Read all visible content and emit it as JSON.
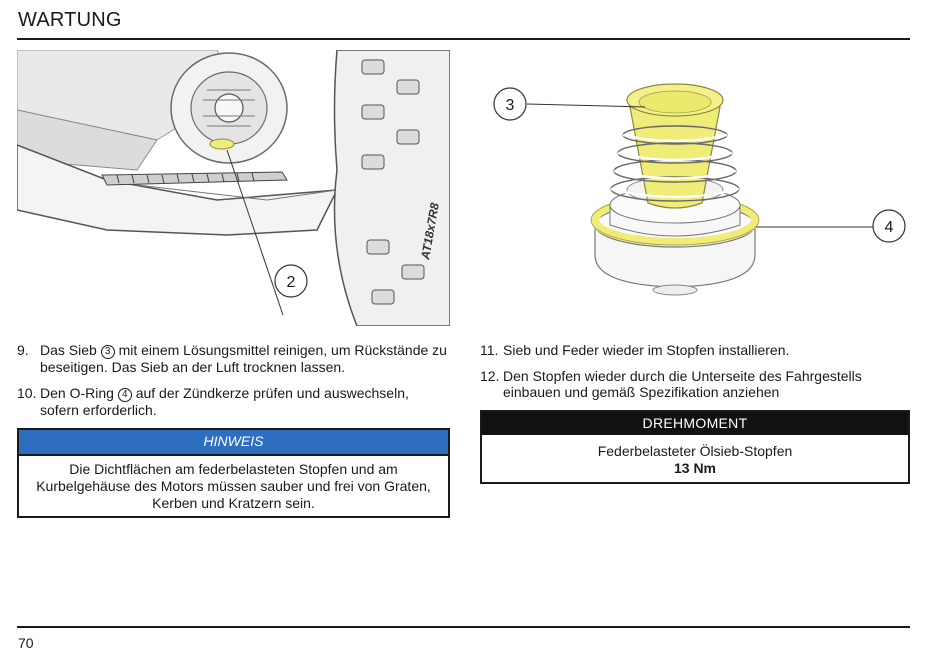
{
  "header": {
    "title": "WARTUNG"
  },
  "figures": {
    "left": {
      "callout": "2",
      "tire_marking": "AT18x7R8"
    },
    "right": {
      "callouts": [
        "3",
        "4"
      ]
    },
    "colors": {
      "highlight": "#f0ec78",
      "outline": "#555555"
    }
  },
  "steps_left": [
    {
      "num": "9.",
      "before": "Das Sieb ",
      "ref": "3",
      "after": " mit einem Lösungsmittel reinigen, um Rückstände zu beseitigen. Das Sieb an der Luft trocknen lassen."
    },
    {
      "num": "10.",
      "before": "Den O-Ring ",
      "ref": "4",
      "after": " auf der Zündkerze prüfen und auswechseln, sofern erforderlich."
    }
  ],
  "note": {
    "heading": "HINWEIS",
    "text": "Die Dichtflächen am federbelasteten Stopfen und am Kurbelgehäuse des Motors müssen sauber und frei von Graten, Kerben und Kratzern sein."
  },
  "steps_right": [
    {
      "num": "11.",
      "text": "Sieb und Feder wieder im Stopfen installieren."
    },
    {
      "num": "12.",
      "text": "Den Stopfen wieder durch die Unterseite des Fahrgestells einbauen und gemäß Spezifikation anziehen"
    }
  ],
  "torque": {
    "heading": "DREHMOMENT",
    "item": "Federbelasteter Ölsieb-Stopfen",
    "value": "13 Nm"
  },
  "footer": {
    "page_number": "70"
  }
}
